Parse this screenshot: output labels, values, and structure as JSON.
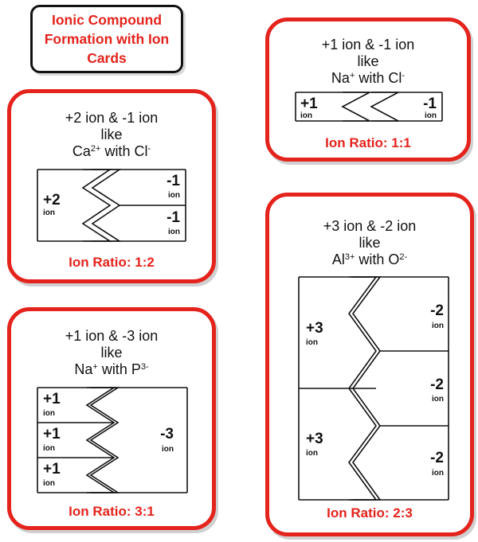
{
  "title": "Ionic Compound Formation with Ion Cards",
  "ion_word": "ion",
  "colors": {
    "accent": "#e4231c",
    "ink": "#111111"
  },
  "cards": [
    {
      "id": "plus1-minus1",
      "desc_line1": "+1 ion & -1 ion",
      "desc_line2": "like",
      "cation_symbol": "Na",
      "cation_charge": "+",
      "joiner": " with ",
      "anion_symbol": "Cl",
      "anion_charge": "-",
      "cations": [
        "+1"
      ],
      "anions": [
        "-1"
      ],
      "ratio": "Ion Ratio: 1:1"
    },
    {
      "id": "plus2-minus1",
      "desc_line1": "+2 ion & -1 ion",
      "desc_line2": "like",
      "cation_symbol": "Ca",
      "cation_charge": "2+",
      "joiner": " with ",
      "anion_symbol": "Cl",
      "anion_charge": "-",
      "cations": [
        "+2"
      ],
      "anions": [
        "-1",
        "-1"
      ],
      "ratio": "Ion Ratio: 1:2"
    },
    {
      "id": "plus3-minus2",
      "desc_line1": "+3 ion & -2 ion",
      "desc_line2": "like",
      "cation_symbol": "Al",
      "cation_charge": "3+",
      "joiner": " with ",
      "anion_symbol": "O",
      "anion_charge": "2-",
      "cations": [
        "+3",
        "+3"
      ],
      "anions": [
        "-2",
        "-2",
        "-2"
      ],
      "ratio": "Ion Ratio: 2:3"
    },
    {
      "id": "plus1-minus3",
      "desc_line1": "+1 ion & -3 ion",
      "desc_line2": "like",
      "cation_symbol": "Na",
      "cation_charge": "+",
      "joiner": " with ",
      "anion_symbol": "P",
      "anion_charge": "3-",
      "cations": [
        "+1",
        "+1",
        "+1"
      ],
      "anions": [
        "-3"
      ],
      "ratio": "Ion Ratio: 3:1"
    }
  ]
}
